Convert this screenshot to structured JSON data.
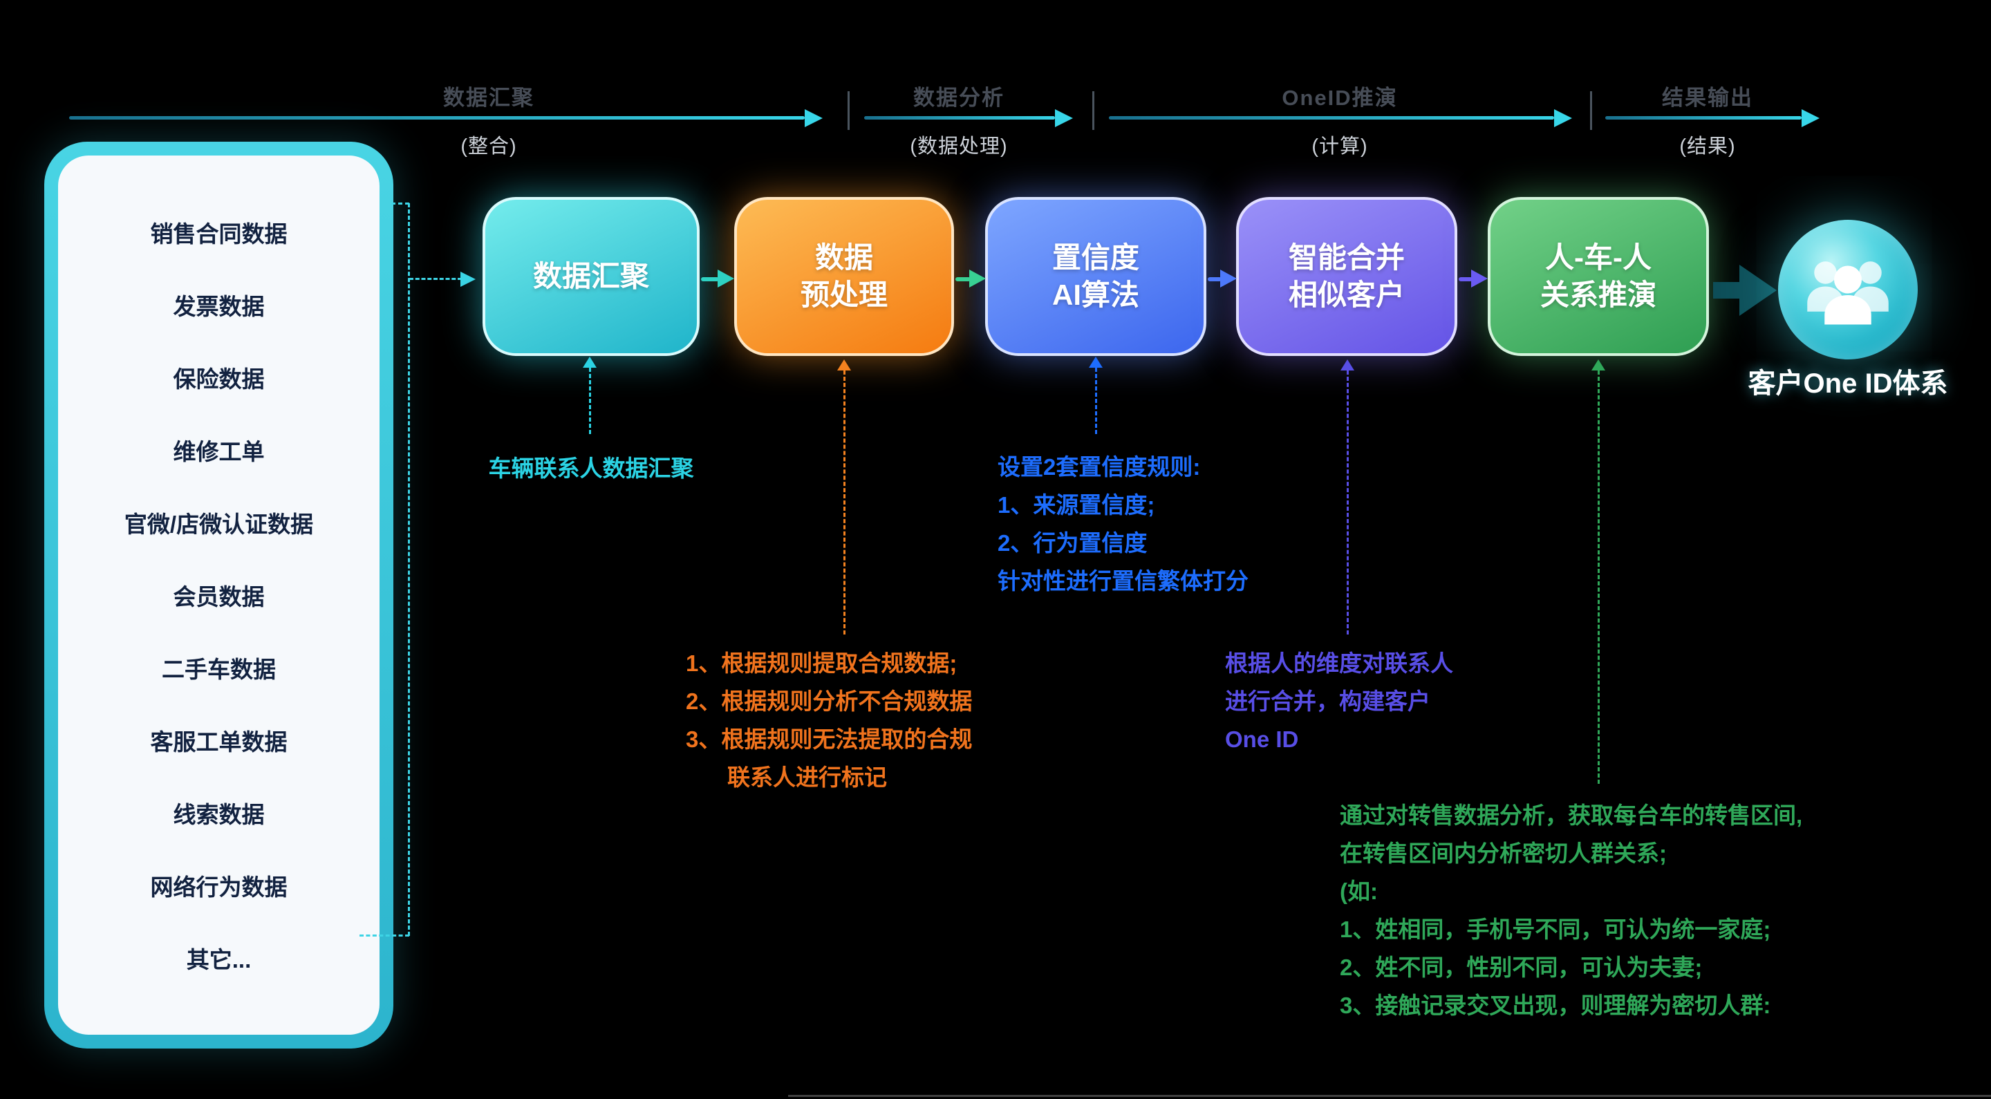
{
  "phases": [
    {
      "title": "数据汇聚",
      "subtitle": "(整合)"
    },
    {
      "title": "数据分析",
      "subtitle": "(数据处理)"
    },
    {
      "title": "OneID推演",
      "subtitle": "(计算)"
    },
    {
      "title": "结果输出",
      "subtitle": "(结果)"
    }
  ],
  "source_panel": {
    "items": [
      "销售合同数据",
      "发票数据",
      "保险数据",
      "维修工单",
      "官微/店微认证数据",
      "会员数据",
      "二手车数据",
      "客服工单数据",
      "线索数据",
      "网络行为数据",
      "其它..."
    ]
  },
  "steps": [
    {
      "line1": "数据汇聚",
      "line2": "",
      "accent": "#2ad0dc"
    },
    {
      "line1": "数据",
      "line2": "预处理",
      "accent": "#f5821f"
    },
    {
      "line1": "置信度",
      "line2": "AI算法",
      "accent": "#3e6ef2"
    },
    {
      "line1": "智能合并",
      "line2": "相似客户",
      "accent": "#6c5ce7"
    },
    {
      "line1": "人-车-人",
      "line2": "关系推演",
      "accent": "#3aa45c"
    }
  ],
  "annotations": {
    "aggregation": {
      "color": "#2bd3e4",
      "lines": [
        "车辆联系人数据汇聚"
      ]
    },
    "preprocessing": {
      "color": "#f0731d",
      "lines": [
        "1、根据规则提取合规数据;",
        "2、根据规则分析不合规数据",
        "3、根据规则无法提取的合规",
        "联系人进行标记"
      ]
    },
    "confidence": {
      "color": "#1d6dfe",
      "lines": [
        "设置2套置信度规则:",
        "1、来源置信度;",
        "2、行为置信度",
        "针对性进行置信繁体打分"
      ]
    },
    "merging": {
      "color": "#584ee6",
      "lines": [
        "根据人的维度对联系人",
        "进行合并，构建客户",
        "One ID"
      ]
    },
    "relations": {
      "color": "#2fa859",
      "lines": [
        "通过对转售数据分析，获取每台车的转售区间,",
        "在转售区间内分析密切人群关系;",
        "(如:",
        "1、姓相同，手机号不同，可认为统一家庭;",
        "2、姓不同，性别不同，可认为夫妻;",
        "3、接触记录交叉出现，则理解为密切人群:"
      ]
    }
  },
  "result": {
    "label": "客户One ID体系"
  },
  "colors": {
    "background": "#000000",
    "flow_line": "#38d6e9",
    "panel_border": "#3cc8da",
    "connector_1": "#2ed2c2",
    "connector_2": "#38d093",
    "connector_3": "#4d79fb",
    "connector_4": "#6a5bf2",
    "final_arrow": "#0e4f59"
  }
}
